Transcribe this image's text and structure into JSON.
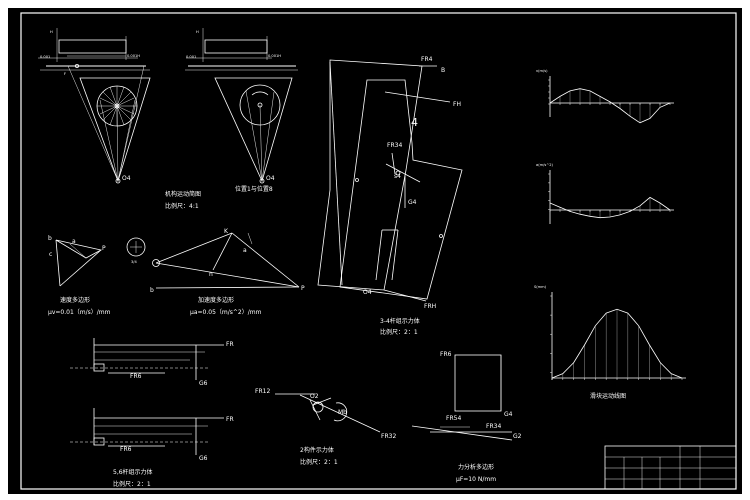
{
  "colors": {
    "background": "#000000",
    "frame": "#ffffff",
    "ink": "#ffffff"
  },
  "mechanism": {
    "left": {
      "caption": "机构运动简图",
      "scale": "比例尺：4:1",
      "labels": {
        "h": "H",
        "l1": "0.001",
        "l2": "0.001H",
        "o4": "O4",
        "f": "F"
      }
    },
    "right": {
      "caption": "位置1与位置8",
      "labels": {
        "h": "H",
        "l1": "0.001",
        "l2": "0.001H",
        "o4": "O4"
      }
    }
  },
  "velocity": {
    "title": "速度多边形",
    "scale": "μv=0.01（m/s）/mm",
    "labels": {
      "a": "a",
      "b": "b",
      "c": "c",
      "p": "P"
    }
  },
  "acceleration": {
    "title": "加速度多边形",
    "scale": "μa=0.05（m/s^2）/mm",
    "labels": {
      "circle": "3/4",
      "k": "K",
      "p": "P",
      "n": "n",
      "a": "a",
      "b": "b"
    }
  },
  "link34": {
    "title": "3-4杆组示力体",
    "scale": "比例尺：2：1",
    "labels": {
      "fr4": "FR4",
      "b": "B",
      "fh": "FH",
      "four": "4",
      "fr34": "FR34",
      "s4": "s4",
      "g4": "G4",
      "o4": "O4",
      "frh": "FRH"
    }
  },
  "link56": {
    "title": "5,6杆组示力体",
    "scale": "比例尺：2：1",
    "labels": {
      "fr": "FR",
      "g": "G6",
      "fr6": "FR6",
      "g2": "G6"
    }
  },
  "link2": {
    "title": "2构件示力体",
    "scale": "比例尺：2：1",
    "labels": {
      "fr12": "FR12",
      "fr32": "FR32",
      "m": "Mb",
      "o2": "O2"
    }
  },
  "force_polygon": {
    "title": "力分析多边形",
    "scale": "μF=10 N/mm",
    "labels": {
      "fr6": "FR6",
      "g4": "G4",
      "fr54": "FR54",
      "fr34": "FR34",
      "g2": "G2"
    }
  },
  "charts": {
    "velocity_title": "v(m/s)",
    "accel_title": "a(m/s^2)",
    "disp_title": "S(mm)",
    "disp_caption": "滑块运动线图"
  },
  "chart_data": [
    {
      "type": "line",
      "ylabel": "v(m/s)",
      "x": [
        0,
        1,
        2,
        3,
        4,
        5,
        6,
        7,
        8,
        9,
        10,
        11,
        12
      ],
      "y": [
        0,
        0.3,
        0.55,
        0.65,
        0.55,
        0.3,
        0.05,
        -0.25,
        -0.6,
        -0.9,
        -0.7,
        -0.2,
        0
      ]
    },
    {
      "type": "line",
      "ylabel": "a(m/s^2)",
      "x": [
        0,
        1,
        2,
        3,
        4,
        5,
        6,
        7,
        8,
        9,
        10,
        11,
        12
      ],
      "y": [
        0.5,
        0.2,
        -0.1,
        -0.3,
        -0.45,
        -0.55,
        -0.5,
        -0.35,
        -0.1,
        0.3,
        0.9,
        0.5,
        0
      ]
    },
    {
      "type": "line",
      "ylabel": "S(mm)",
      "x": [
        0,
        1,
        2,
        3,
        4,
        5,
        6,
        7,
        8,
        9,
        10,
        11,
        12
      ],
      "y": [
        0,
        8,
        28,
        60,
        95,
        118,
        125,
        118,
        95,
        60,
        28,
        8,
        0
      ]
    }
  ],
  "title_block": {
    "rows": [
      [
        "",
        "",
        "",
        "",
        "",
        "",
        ""
      ],
      [
        "",
        "",
        "",
        "",
        "",
        "",
        ""
      ],
      [
        "",
        "",
        "",
        "",
        "",
        "",
        ""
      ],
      [
        "",
        "",
        "",
        "",
        "",
        "",
        ""
      ]
    ]
  }
}
